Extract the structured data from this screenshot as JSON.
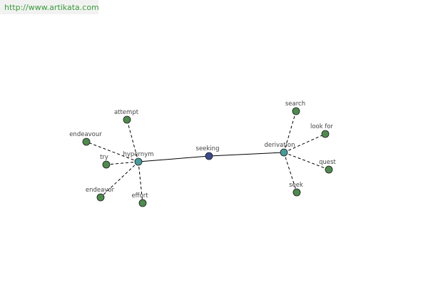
{
  "header": {
    "url": "http://www.artikata.com"
  },
  "graph": {
    "center": "seeking",
    "relations": [
      {
        "label": "hypernym",
        "words": [
          "attempt",
          "endeavour",
          "try",
          "endeavor",
          "effort"
        ]
      },
      {
        "label": "derivation",
        "words": [
          "search",
          "look for",
          "quest",
          "seek"
        ]
      }
    ]
  },
  "colors": {
    "center_fill": "#3b4c8c",
    "hub_fill": "#4a9a9a",
    "leaf_fill": "#4f8a4f",
    "outline": "#1a1a1a",
    "edge": "#000000"
  }
}
